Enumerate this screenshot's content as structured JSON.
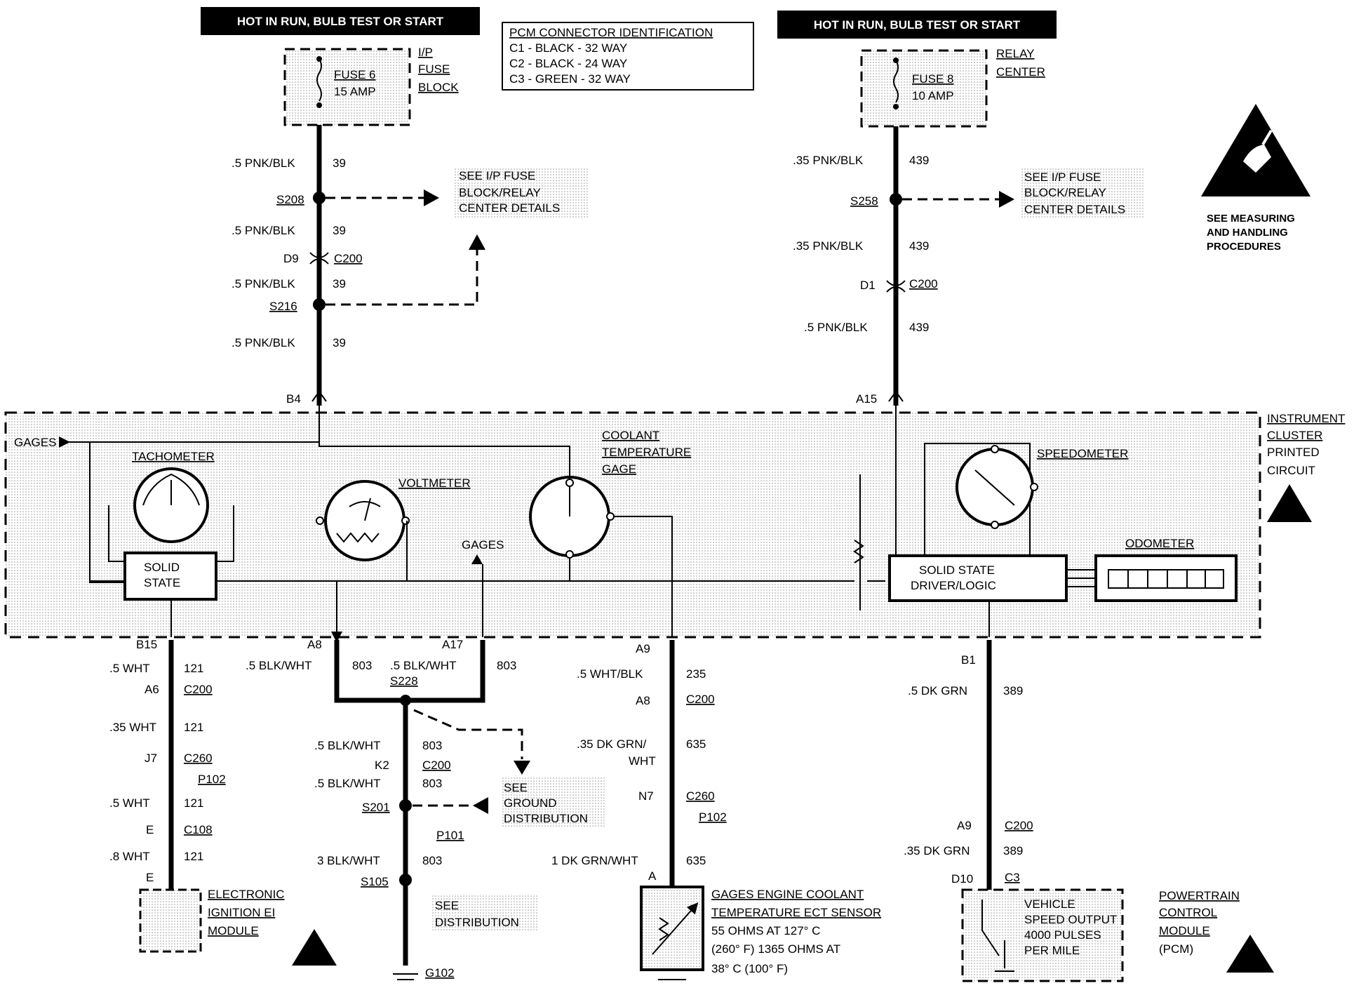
{
  "power_sources": {
    "left": {
      "label": "HOT IN RUN, BULB TEST OR START"
    },
    "right": {
      "label": "HOT IN RUN, BULB TEST OR START"
    }
  },
  "pcm_connector_id": {
    "title": "PCM CONNECTOR IDENTIFICATION",
    "lines": [
      "C1 - BLACK - 32 WAY",
      "C2 - BLACK - 24 WAY",
      "C3 - GREEN - 32 WAY"
    ]
  },
  "fuses": {
    "fuse6": {
      "name": "FUSE 6",
      "rating": "15 AMP",
      "block": [
        "I/P",
        "FUSE",
        "BLOCK"
      ]
    },
    "fuse8": {
      "name": "FUSE 8",
      "rating": "10 AMP",
      "block": [
        "RELAY",
        "CENTER"
      ]
    }
  },
  "left_feed": {
    "wires": [
      {
        "color": ".5 PNK/BLK",
        "circuit": "39"
      },
      {
        "color": ".5 PNK/BLK",
        "circuit": "39"
      },
      {
        "color": ".5 PNK/BLK",
        "circuit": "39"
      },
      {
        "color": ".5 PNK/BLK",
        "circuit": "39"
      }
    ],
    "splices": [
      "S208",
      "S216"
    ],
    "connector": {
      "pin": "D9",
      "name": "C200"
    },
    "cluster_pin": "B4"
  },
  "right_feed": {
    "wires": [
      {
        "color": ".35 PNK/BLK",
        "circuit": "439"
      },
      {
        "color": ".35 PNK/BLK",
        "circuit": "439"
      },
      {
        "color": ".5 PNK/BLK",
        "circuit": "439"
      }
    ],
    "splices": [
      "S258"
    ],
    "connector": {
      "pin": "D1",
      "name": "C200"
    },
    "cluster_pin": "A15"
  },
  "notes": {
    "fuse_block_details": [
      "SEE I/P FUSE",
      "BLOCK/RELAY",
      "CENTER DETAILS"
    ],
    "esd": [
      "SEE MEASURING",
      "AND HANDLING",
      "PROCEDURES"
    ],
    "ground_distribution": [
      "SEE",
      "GROUND",
      "DISTRIBUTION"
    ]
  },
  "cluster": {
    "label": [
      "INSTRUMENT",
      "CLUSTER",
      "PRINTED",
      "CIRCUIT"
    ],
    "gages_label": "GAGES",
    "solid_state": [
      "SOLID",
      "STATE"
    ],
    "driver_logic": [
      "SOLID STATE",
      "DRIVER/LOGIC"
    ],
    "gauges": {
      "tachometer": "TACHOMETER",
      "voltmeter": "VOLTMETER",
      "coolant": [
        "COOLANT",
        "TEMPERATURE",
        "GAGE"
      ],
      "speedometer": "SPEEDOMETER",
      "odometer": "ODOMETER"
    }
  },
  "circuit_121": {
    "cluster_pin": "B15",
    "wires": [
      {
        "color": ".5 WHT",
        "circuit": "121"
      },
      {
        "color": ".35 WHT",
        "circuit": "121"
      },
      {
        "color": ".5 WHT",
        "circuit": "121"
      },
      {
        "color": ".8 WHT",
        "circuit": "121"
      }
    ],
    "connectors": [
      {
        "pin": "A6",
        "name": "C200"
      },
      {
        "pin": "J7",
        "name": "C260"
      },
      {
        "pin": "",
        "name": "P102"
      },
      {
        "pin": "E",
        "name": "C108"
      }
    ],
    "end_pin": "E"
  },
  "circuit_803": {
    "pins": [
      "A8",
      "A17"
    ],
    "wires": [
      {
        "color": ".5 BLK/WHT",
        "circuit": "803"
      },
      {
        "color": ".5 BLK/WHT",
        "circuit": "803"
      },
      {
        "color": ".5 BLK/WHT",
        "circuit": "803"
      },
      {
        "color": ".5 BLK/WHT",
        "circuit": "803"
      },
      {
        "color": "3 BLK/WHT",
        "circuit": "803"
      }
    ],
    "splices": [
      "S228",
      "S201",
      "S105"
    ],
    "connectors": [
      {
        "pin": "K2",
        "name": "C200"
      },
      {
        "pin": "",
        "name": "P101"
      }
    ],
    "ground": "G102"
  },
  "circuit_635": {
    "cluster_pin": "A9",
    "wires": [
      {
        "color": ".5 WHT/BLK",
        "circuit": "235"
      },
      {
        "color": ".35 DK GRN/",
        "color2": "WHT",
        "circuit": "635"
      },
      {
        "color": "1 DK GRN/WHT",
        "circuit": "635"
      }
    ],
    "connectors": [
      {
        "pin": "A8",
        "name": "C200"
      },
      {
        "pin": "N7",
        "name": "C260"
      },
      {
        "pin": "",
        "name": "P102"
      }
    ],
    "end_pin": "A"
  },
  "circuit_389": {
    "cluster_pin": "B1",
    "wires": [
      {
        "color": ".5 DK GRN",
        "circuit": "389"
      },
      {
        "color": ".35 DK GRN",
        "circuit": "389"
      }
    ],
    "connectors": [
      {
        "pin": "A9",
        "name": "C200"
      }
    ],
    "end_pin": "D10",
    "end_connector": "C3"
  },
  "modules": {
    "ei": [
      "ELECTRONIC",
      "IGNITION  EI",
      "MODULE"
    ],
    "ect": [
      "GAGES ENGINE COOLANT",
      "TEMPERATURE ECT SENSOR",
      "55 OHMS AT 127° C",
      "(260° F) 1365 OHMS AT",
      "38° C (100° F)"
    ],
    "pcm_output": [
      "VEHICLE",
      "SPEED OUTPUT",
      "4000 PULSES",
      "PER MILE"
    ],
    "pcm": [
      "POWERTRAIN",
      "CONTROL",
      "MODULE",
      "(PCM)"
    ]
  }
}
